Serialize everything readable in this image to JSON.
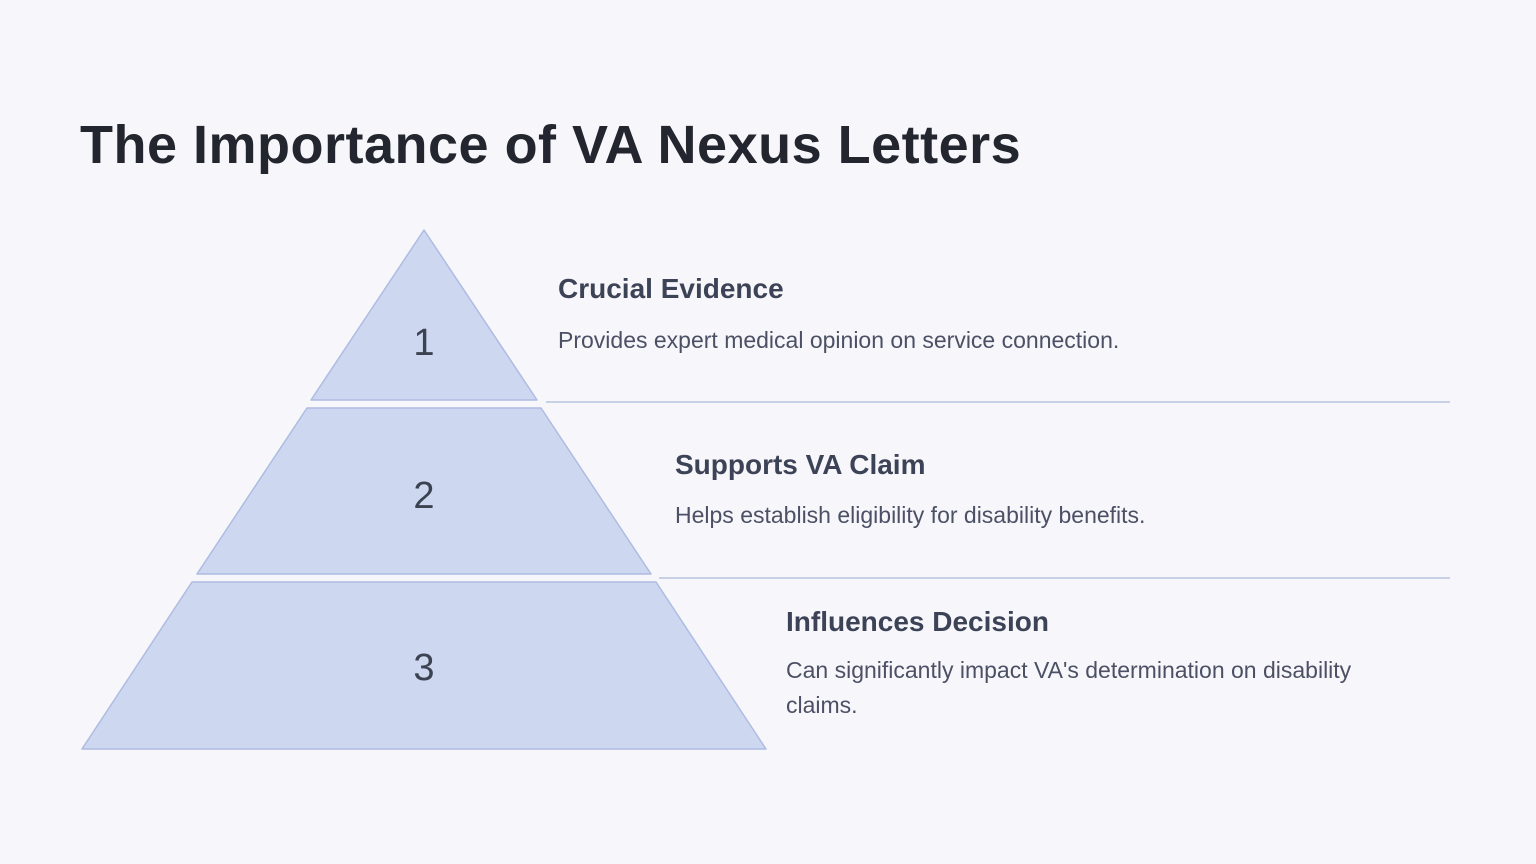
{
  "page": {
    "title": "The Importance of VA Nexus Letters",
    "background_color": "#F7F7FB",
    "title_color": "#23252F"
  },
  "pyramid": {
    "fill_color": "#CDD7F0",
    "border_color": "#AEBCE2",
    "number_color": "#3B4252",
    "divider_color": "#C7D1E3",
    "tiers": [
      {
        "number": "1"
      },
      {
        "number": "2"
      },
      {
        "number": "3"
      }
    ]
  },
  "sections": [
    {
      "title": "Crucial Evidence",
      "description": "Provides expert medical opinion on service connection."
    },
    {
      "title": "Supports VA Claim",
      "description": "Helps establish eligibility for disability benefits."
    },
    {
      "title": "Influences Decision",
      "description": "Can significantly impact VA's determination on disability claims."
    }
  ]
}
